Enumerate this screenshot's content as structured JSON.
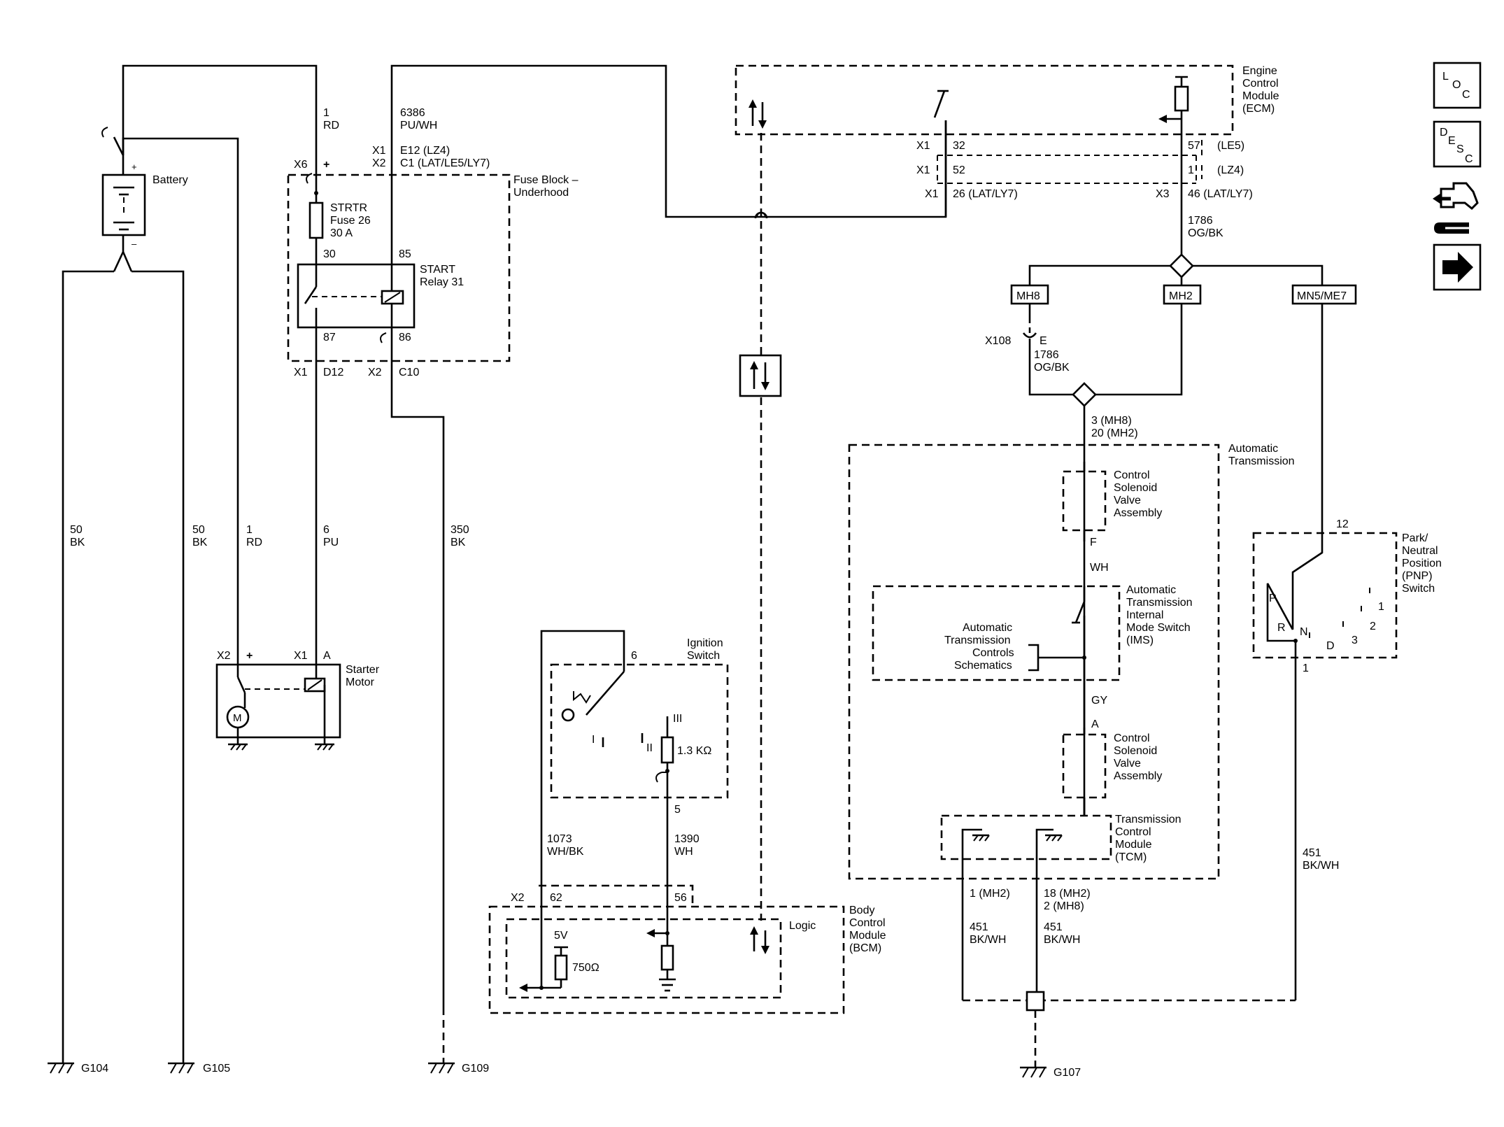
{
  "components": {
    "battery": "Battery",
    "fuse_block": [
      "Fuse Block –",
      "Underhood"
    ],
    "fuse": [
      "STRTR",
      "Fuse 26",
      "30 A"
    ],
    "relay": [
      "START",
      "Relay 31"
    ],
    "starter": [
      "Starter",
      "Motor"
    ],
    "motor_symbol": "M",
    "ecm": [
      "Engine",
      "Control",
      "Module",
      "(ECM)"
    ],
    "auto_trans": [
      "Automatic",
      "Transmission"
    ],
    "csva1": [
      "Control",
      "Solenoid",
      "Valve",
      "Assembly"
    ],
    "ims": [
      "Automatic",
      "Transmission",
      "Internal",
      "Mode Switch",
      "(IMS)"
    ],
    "atcs": [
      "Automatic",
      "Transmission",
      "Controls",
      "Schematics"
    ],
    "csva2": [
      "Control",
      "Solenoid",
      "Valve",
      "Assembly"
    ],
    "tcm": [
      "Transmission",
      "Control",
      "Module",
      "(TCM)"
    ],
    "pnp": [
      "Park/",
      "Neutral",
      "Position",
      "(PNP)",
      "Switch"
    ],
    "ignition": [
      "Ignition",
      "Switch"
    ],
    "bcm": [
      "Body",
      "Control",
      "Module",
      "(BCM)"
    ],
    "logic": "Logic",
    "resistor_1": "1.3 KΩ",
    "resistor_2": "750Ω",
    "voltage": "5V"
  },
  "grounds": {
    "g104": "G104",
    "g105": "G105",
    "g109": "G109",
    "g107": "G107"
  },
  "wires": {
    "w50a": [
      "50",
      "BK"
    ],
    "w50b": [
      "50",
      "BK"
    ],
    "w1rd_top": [
      "1",
      "RD"
    ],
    "w1rd": [
      "1",
      "RD"
    ],
    "w6pu": [
      "6",
      "PU"
    ],
    "w350": [
      "350",
      "BK"
    ],
    "w6386": [
      "6386",
      "PU/WH"
    ],
    "w1786": [
      "1786",
      "OG/BK"
    ],
    "w1786b": [
      "1786",
      "OG/BK"
    ],
    "w451a": [
      "451",
      "BK/WH"
    ],
    "w451b": [
      "451",
      "BK/WH"
    ],
    "w451c": [
      "451",
      "BK/WH"
    ],
    "w1073": [
      "1073",
      "WH/BK"
    ],
    "w1390": [
      "1390",
      "WH"
    ],
    "wh": "WH",
    "gy": "GY"
  },
  "connectors": {
    "x6": "X6",
    "x6_pin": "+",
    "fuse_in": "30",
    "relay_85": "85",
    "relay_87": "87",
    "relay_86": "86",
    "x1_label": "X1",
    "d12": "D12",
    "x2_label": "X2",
    "c10": "C10",
    "e12": "E12 (LZ4)",
    "c1": "C1 (LAT/LE5/LY7)",
    "x1_e12": "X1",
    "x2_c1": "X2",
    "starter_x2": "X2",
    "starter_plus": "+",
    "starter_x1": "X1",
    "starter_a": "A",
    "ecm_x1_32": "X1",
    "pin32": "32",
    "ecm_x1_52": "X1",
    "pin52": "52",
    "ecm_x1_26": "X1",
    "pin26": "26 (LAT/LY7)",
    "pin57": "57",
    "pin57_opt": "(LE5)",
    "pin1": "1",
    "pin1_opt": "(LZ4)",
    "ecm_x3": "X3",
    "pin46": "46 (LAT/LY7)",
    "mh8": "MH8",
    "mh2": "MH2",
    "mn5": "MN5/ME7",
    "x108": "X108",
    "x108_e": "E",
    "tr_pins": [
      "3 (MH8)",
      "20 (MH2)"
    ],
    "f": "F",
    "a": "A",
    "tcm_pin_a": "1 (MH2)",
    "tcm_pin_b": [
      "18 (MH2)",
      "2 (MH8)"
    ],
    "pnp_12": "12",
    "pnp_1": "1",
    "pnp_p": "P",
    "pnp_r": "R",
    "pnp_n": "N",
    "pnp_d": "D",
    "pnp_3": "3",
    "pnp_2": "2",
    "pnp_1b": "1",
    "ign_6": "6",
    "ign_5": "5",
    "ign_iii": "III",
    "ign_ii": "II",
    "ign_i": "I",
    "bcm_x2": "X2",
    "bcm_62": "62",
    "bcm_56": "56",
    "battery_plus": "+",
    "battery_minus": "–"
  },
  "nav": {
    "loc": [
      "L",
      "O",
      "C"
    ],
    "desc": [
      "D",
      "E",
      "S",
      "C"
    ]
  }
}
